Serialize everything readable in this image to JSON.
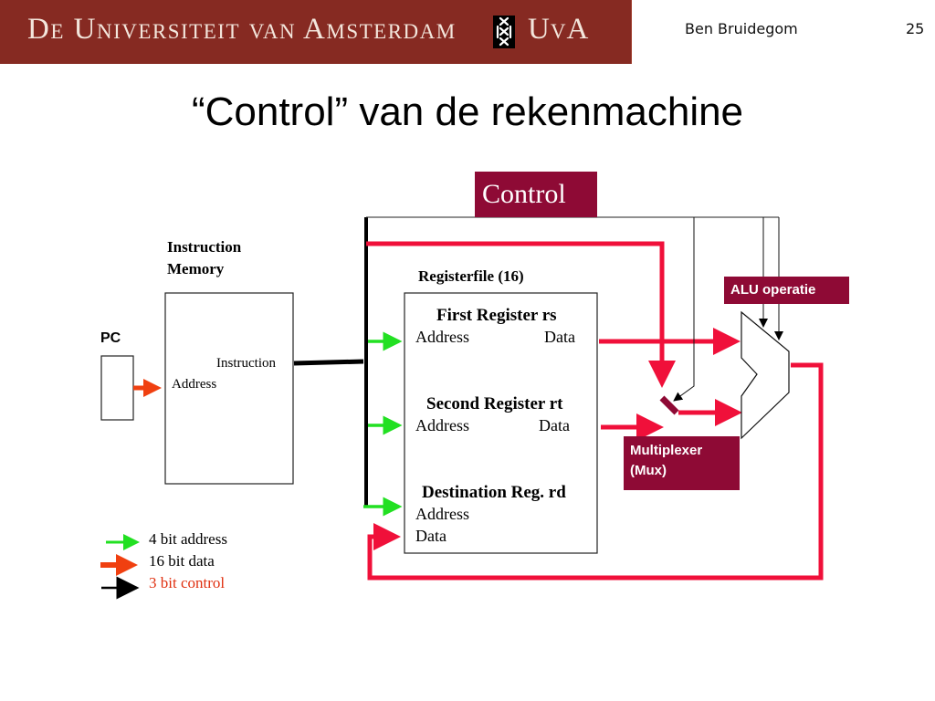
{
  "header": {
    "banner_text": "De Universiteit van Amsterdam",
    "banner_short": "UvA",
    "logo_icon": "uva-crosses-logo-icon",
    "author": "Ben Bruidegom",
    "page_number": "25"
  },
  "slide": {
    "title": "“Control” van de rekenmachine"
  },
  "diagram": {
    "control_label": "Control",
    "instruction_memory": {
      "title_line1": "Instruction",
      "title_line2": "Memory",
      "instruction_port": "Instruction",
      "address_port": "Address"
    },
    "pc_label": "PC",
    "registerfile": {
      "title": "Registerfile (16)",
      "first_register": "First Register rs",
      "second_register": "Second Register rt",
      "destination_register": "Destination Reg. rd",
      "address": "Address",
      "data": "Data"
    },
    "alu_operation_label": "ALU operatie",
    "multiplexer_label_line1": "Multiplexer",
    "multiplexer_label_line2": "(Mux)"
  },
  "legend": {
    "items": [
      {
        "label": "4 bit address",
        "color": "#22e022",
        "icon": "green-arrow-icon"
      },
      {
        "label": "16 bit data",
        "color": "#f04010",
        "icon": "orange-arrow-icon"
      },
      {
        "label": "3 bit control",
        "color": "#000000",
        "icon": "black-arrow-icon",
        "text_color": "#e03010"
      }
    ]
  },
  "colors": {
    "banner": "#862a22",
    "accent_box": "#8e0a35",
    "data_bus": "#f0103a",
    "address_bus": "#22e022",
    "pc_arrow": "#f04010"
  }
}
